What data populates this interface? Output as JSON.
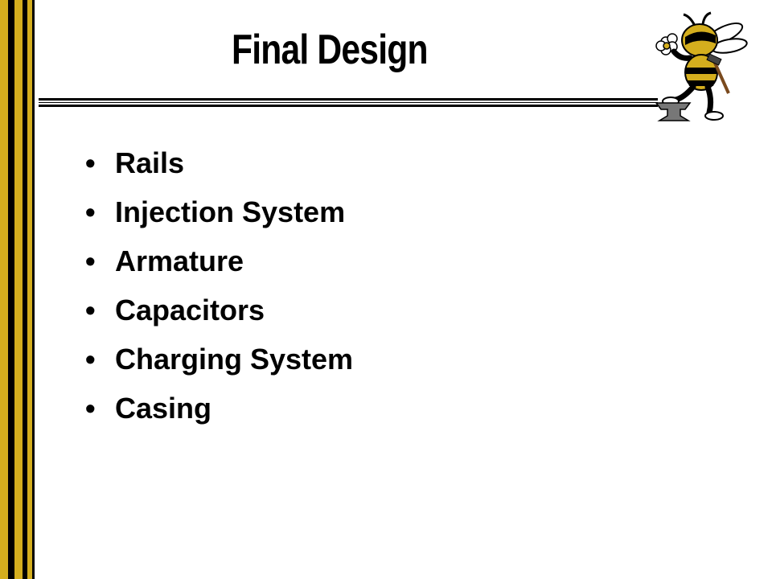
{
  "slide": {
    "title": "Final Design",
    "bullet_symbol": "•",
    "bullets": [
      "Rails",
      "Injection System",
      "Armature",
      "Capacitors",
      "Charging System",
      "Casing"
    ]
  },
  "colors": {
    "gold": "#D4AE1E",
    "black": "#000000",
    "background": "#FFFFFF"
  },
  "icons": {
    "logo": "yellow-jacket-mascot-icon"
  }
}
